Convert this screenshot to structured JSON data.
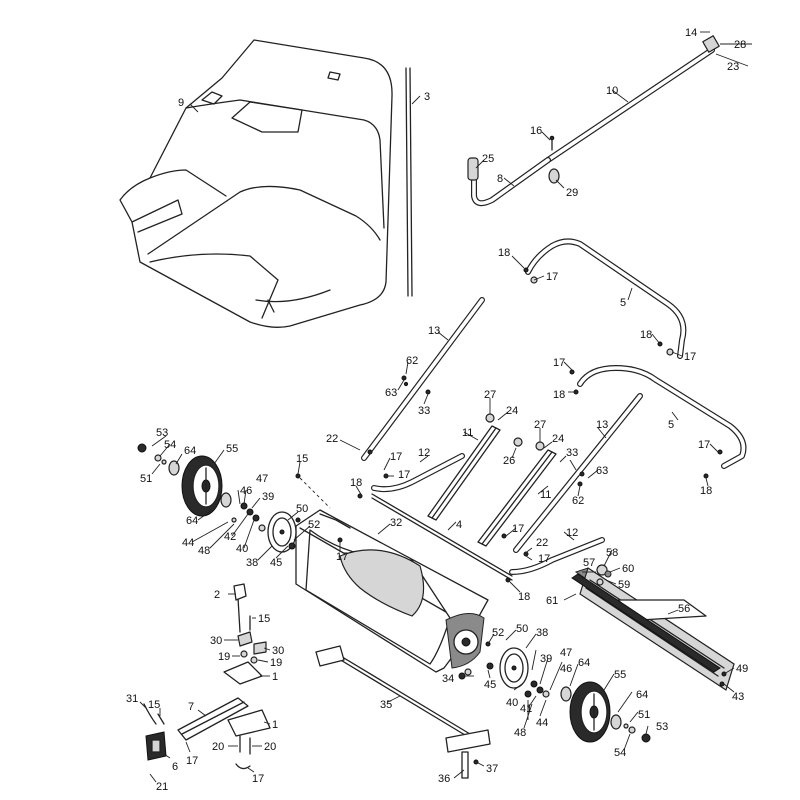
{
  "parts": [
    {
      "number": "1",
      "label": "1"
    },
    {
      "number": "2",
      "label": "2"
    },
    {
      "number": "3",
      "label": "3"
    },
    {
      "number": "4",
      "label": "4"
    },
    {
      "number": "5",
      "label": "5"
    },
    {
      "number": "6",
      "label": "6"
    },
    {
      "number": "7",
      "label": "7"
    },
    {
      "number": "8",
      "label": "8"
    },
    {
      "number": "9",
      "label": "9"
    },
    {
      "number": "10",
      "label": "10"
    },
    {
      "number": "11",
      "label": "11"
    },
    {
      "number": "12",
      "label": "12"
    },
    {
      "number": "13",
      "label": "13"
    },
    {
      "number": "14",
      "label": "14"
    },
    {
      "number": "15",
      "label": "15"
    },
    {
      "number": "16",
      "label": "16"
    },
    {
      "number": "17",
      "label": "17"
    },
    {
      "number": "18",
      "label": "18"
    },
    {
      "number": "19",
      "label": "19"
    },
    {
      "number": "20",
      "label": "20"
    },
    {
      "number": "21",
      "label": "21"
    },
    {
      "number": "22",
      "label": "22"
    },
    {
      "number": "23",
      "label": "23"
    },
    {
      "number": "24",
      "label": "24"
    },
    {
      "number": "25",
      "label": "25"
    },
    {
      "number": "26",
      "label": "26"
    },
    {
      "number": "27",
      "label": "27"
    },
    {
      "number": "28",
      "label": "28"
    },
    {
      "number": "29",
      "label": "29"
    },
    {
      "number": "30",
      "label": "30"
    },
    {
      "number": "31",
      "label": "31"
    },
    {
      "number": "32",
      "label": "32"
    },
    {
      "number": "33",
      "label": "33"
    },
    {
      "number": "34",
      "label": "34"
    },
    {
      "number": "35",
      "label": "35"
    },
    {
      "number": "36",
      "label": "36"
    },
    {
      "number": "37",
      "label": "37"
    },
    {
      "number": "38",
      "label": "38"
    },
    {
      "number": "39",
      "label": "39"
    },
    {
      "number": "40",
      "label": "40"
    },
    {
      "number": "41",
      "label": "41"
    },
    {
      "number": "42",
      "label": "42"
    },
    {
      "number": "43",
      "label": "43"
    },
    {
      "number": "44",
      "label": "44"
    },
    {
      "number": "45",
      "label": "45"
    },
    {
      "number": "46",
      "label": "46"
    },
    {
      "number": "47",
      "label": "47"
    },
    {
      "number": "48",
      "label": "48"
    },
    {
      "number": "49",
      "label": "49"
    },
    {
      "number": "50",
      "label": "50"
    },
    {
      "number": "51",
      "label": "51"
    },
    {
      "number": "52",
      "label": "52"
    },
    {
      "number": "53",
      "label": "53"
    },
    {
      "number": "54",
      "label": "54"
    },
    {
      "number": "55",
      "label": "55"
    },
    {
      "number": "56",
      "label": "56"
    },
    {
      "number": "57",
      "label": "57"
    },
    {
      "number": "58",
      "label": "58"
    },
    {
      "number": "59",
      "label": "59"
    },
    {
      "number": "60",
      "label": "60"
    },
    {
      "number": "61",
      "label": "61"
    },
    {
      "number": "62",
      "label": "62"
    },
    {
      "number": "63",
      "label": "63"
    },
    {
      "number": "64",
      "label": "64"
    }
  ]
}
